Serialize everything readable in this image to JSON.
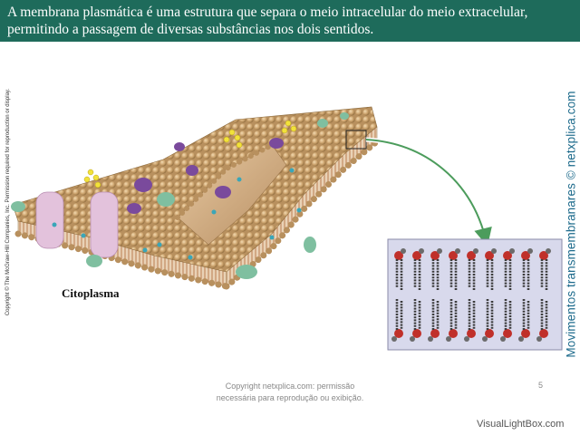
{
  "header": {
    "line1": "A membrana plasmática é uma estrutura que separa o meio intracelular do meio extracelular,",
    "line2": "permitindo a passagem de diversas substâncias nos dois sentidos."
  },
  "labels": {
    "citoplasma": "Citoplasma",
    "copyright_vertical": "Copyright © The McGraw-Hill Companies, Inc. Permission required for reproduction or display.",
    "site_vertical": "Movimentos transmembranares © netxplica.com"
  },
  "footer": {
    "line1": "Copyright netxplica.com: permissão",
    "line2": "necessária para reprodução ou exibição.",
    "page_number": "5",
    "watermark": "VisualLightBox.com"
  },
  "colors": {
    "header_bg": "#1e6b5b",
    "head_bead": "#c9a06a",
    "protein_pink": "#e3c2dc",
    "protein_purple": "#7a4a9c",
    "protein_green": "#7fbfa0",
    "sugar_yellow": "#f2e23a",
    "inset_bg": "#d8d9ec",
    "phosphate_red": "#c0302a"
  }
}
